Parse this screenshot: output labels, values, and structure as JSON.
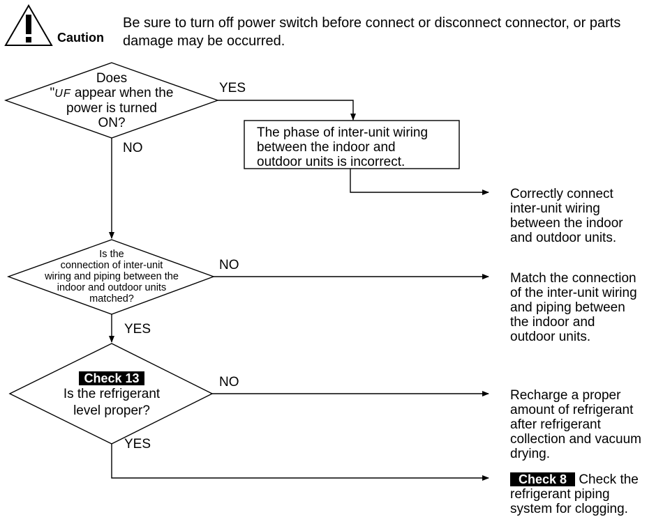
{
  "caution": {
    "label": "Caution",
    "text": "Be sure to turn off power switch before connect or disconnect connector, or parts damage may be occurred."
  },
  "decision1": {
    "line1": "Does",
    "line2_code": "UF",
    "line2_rest": " appear when the",
    "line3": "power is turned",
    "line4": "ON?",
    "yes_label": "YES",
    "no_label": "NO"
  },
  "process1": {
    "line1": "The phase of inter-unit wiring",
    "line2": "between the indoor and",
    "line3": "outdoor units is incorrect."
  },
  "action1": {
    "line1": "Correctly connect",
    "line2": "inter-unit wiring",
    "line3": "between the indoor",
    "line4": "and outdoor units."
  },
  "decision2": {
    "line1": "Is the",
    "line2": "connection of inter-unit",
    "line3": "wiring and piping between the",
    "line4": "indoor and outdoor units",
    "line5": "matched?",
    "no_label": "NO",
    "yes_label": "YES"
  },
  "action2": {
    "line1": "Match the connection",
    "line2": "of the inter-unit wiring",
    "line3": "and piping between",
    "line4": "the indoor and",
    "line5": "outdoor units."
  },
  "decision3": {
    "badge": "Check 13",
    "line1": "Is the refrigerant",
    "line2": "level proper?",
    "no_label": "NO",
    "yes_label": "YES"
  },
  "action3": {
    "line1": "Recharge a proper",
    "line2": "amount of refrigerant",
    "line3": "after refrigerant",
    "line4": "collection and vacuum",
    "line5": "drying."
  },
  "action4": {
    "badge": "Check 8",
    "line1_rest": "Check the",
    "line2": "refrigerant piping",
    "line3": "system for clogging."
  }
}
